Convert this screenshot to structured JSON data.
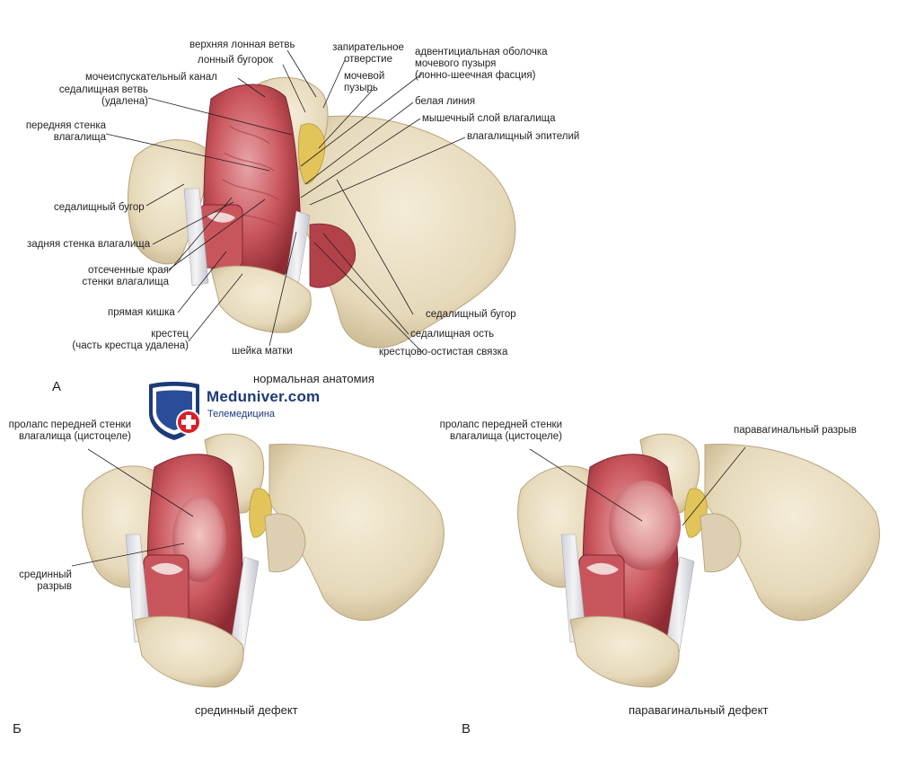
{
  "panel_a": {
    "letter": "А",
    "caption": "нормальная анатомия",
    "labels": {
      "sup_pubic_ramus": "верхняя лонная ветвь",
      "pubic_tubercle": "лонный бугорок",
      "urethra": "мочеиспускательный канал",
      "ischial_ramus_1": "седалищная ветвь",
      "ischial_ramus_2": "(удалена)",
      "ant_wall_1": "передняя стенка",
      "ant_wall_2": "влагалища",
      "ischial_tuber_left": "седалищный бугор",
      "post_wall": "задняя стенка влагалища",
      "cut_edges_1": "отсеченные края",
      "cut_edges_2": "стенки влагалища",
      "rectum": "прямая кишка",
      "sacrum_1": "крестец",
      "sacrum_2": "(часть крестца удалена)",
      "cervix": "шейка матки",
      "obturator_1": "запирательное",
      "obturator_2": "отверстие",
      "bladder_1": "мочевой",
      "bladder_2": "пузырь",
      "adventitia_1": "адвентициальная оболочка",
      "adventitia_2": "мочевого пузыря",
      "adventitia_3": "(лонно-шеечная фасция)",
      "white_line": "белая линия",
      "muscle_layer": "мышечный слой влагалища",
      "epithelium": "влагалищный эпителий",
      "ischial_tuber_right": "седалищный бугор",
      "ischial_spine": "седалищная ость",
      "sacrospinous": "крестцово-остистая связка"
    }
  },
  "panel_b": {
    "letter": "Б",
    "caption": "срединный дефект",
    "labels": {
      "cystocele_1": "пролапс передней стенки",
      "cystocele_2": "влагалища (цистоцеле)",
      "median_1": "срединный",
      "median_2": "разрыв"
    }
  },
  "panel_c": {
    "letter": "В",
    "caption": "паравагинальный дефект",
    "labels": {
      "cystocele_1": "пролапс передней стенки",
      "cystocele_2": "влагалища (цистоцеле)",
      "paravaginal": "паравагинальный разрыв"
    }
  },
  "logo": {
    "name": "Meduniver.com",
    "subtitle": "Телемедицина"
  },
  "colors": {
    "bone": "#ede3cc",
    "bone_shadow": "#d3c5a3",
    "tissue": "#c8535a",
    "tissue_light": "#e39aa0",
    "fat": "#e2c45a",
    "ligament": "#e6e6ea",
    "logo_blue": "#1d3a78",
    "logo_red": "#d8202a"
  }
}
